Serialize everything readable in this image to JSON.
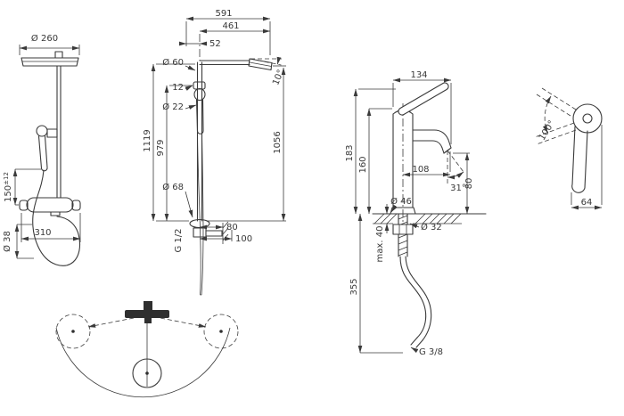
{
  "colors": {
    "line": "#3a3a3a",
    "background": "#ffffff"
  },
  "shower_side": {
    "head_diameter": "Ø 260",
    "holder_height": "150",
    "holder_tolerance": "±12",
    "hose_diameter": "Ø 38",
    "width": "310"
  },
  "shower_front": {
    "width_total": "591",
    "width_arm": "461",
    "width_offset": "52",
    "dia_top": "Ø 60",
    "offset_12": "12",
    "dia_pipe": "Ø 22",
    "height_1119": "1119",
    "height_979": "979",
    "height_1056": "1056",
    "angle_head": "10°",
    "dia_flange": "Ø 68",
    "depth_80": "80",
    "depth_100": "100",
    "thread": "G 1/2"
  },
  "mixer": {
    "width_134": "134",
    "height_183": "183",
    "height_160": "160",
    "reach_108": "108",
    "angle_spout": "31°",
    "outlet_height_80": "80",
    "dia_base": "Ø 46",
    "dia_shank": "Ø 32",
    "length_355": "355",
    "deck_max": "max. 40",
    "thread": "G 3/8"
  },
  "handle_top": {
    "swivel_angle": "100°",
    "width_64": "64"
  }
}
